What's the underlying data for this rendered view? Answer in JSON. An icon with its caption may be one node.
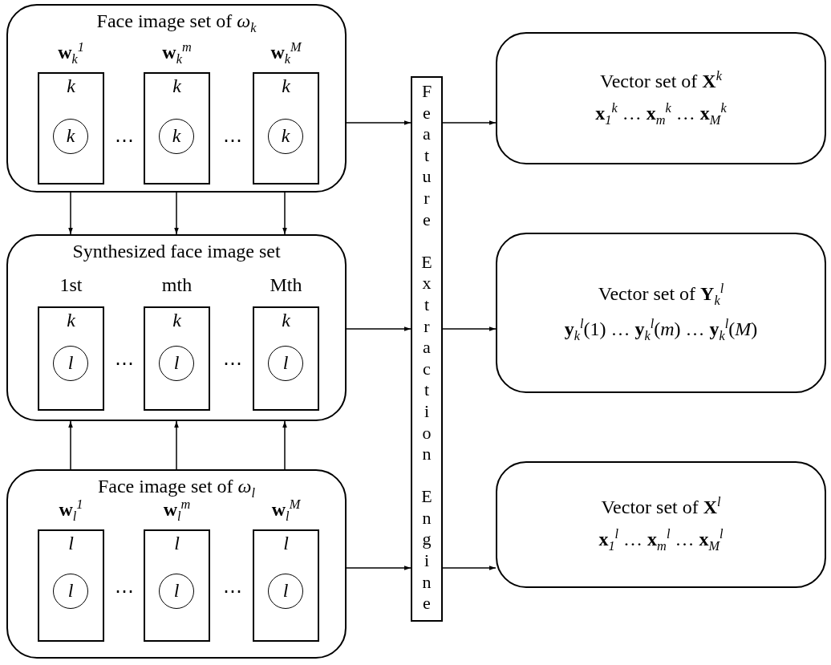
{
  "diagram": {
    "nodes": [
      {
        "text": [
          "Face image set of *ω*$_{k}$"
        ]
      },
      {
        "text": [
          "k"
        ],
        "in": 0,
        "beside": [
          "**w**$_{k}$$^{1}$"
        ]
      },
      {
        "text": [
          "k"
        ],
        "in": 1
      },
      {
        "text": [
          "k"
        ],
        "in": 0,
        "beside": [
          "**w**$_{k}$$^{m}$"
        ]
      },
      {
        "text": [
          "k"
        ],
        "in": 3
      },
      {
        "text": [
          "k"
        ],
        "in": 0,
        "beside": [
          "**w**$_{k}$$^{M}$"
        ]
      },
      {
        "text": [
          "k"
        ],
        "in": 5
      },
      {
        "text": [
          "Synthesized face image set"
        ]
      },
      {
        "text": [
          "k"
        ],
        "in": 7,
        "beside": [
          "1st"
        ]
      },
      {
        "text": [
          "l"
        ],
        "in": 8
      },
      {
        "text": [
          "k"
        ],
        "in": 7,
        "beside": [
          "mth"
        ]
      },
      {
        "text": [
          "l"
        ],
        "in": 10
      },
      {
        "text": [
          "k"
        ],
        "in": 7,
        "beside": [
          "Mth"
        ]
      },
      {
        "text": [
          "l"
        ],
        "in": 12
      },
      {
        "text": [
          "Face image set of *ω*$_{l}$"
        ]
      },
      {
        "text": [
          "l"
        ],
        "in": 14,
        "beside": [
          "**w**$_{l}$$^{1}$"
        ]
      },
      {
        "text": [
          "l"
        ],
        "in": 15
      },
      {
        "text": [
          "l"
        ],
        "in": 14,
        "beside": [
          "**w**$_{l}$$^{m}$"
        ]
      },
      {
        "text": [
          "l"
        ],
        "in": 17
      },
      {
        "text": [
          "l"
        ],
        "in": 14,
        "beside": [
          "**w**$_{l}$$^{M}$"
        ]
      },
      {
        "text": [
          "l"
        ],
        "in": 19
      },
      {
        "text": [
          "Feature Extraction Engine"
        ]
      },
      {
        "text": [
          "Vector set of **X**$^{k}$",
          "**x**$_{1}$$^{k}$ … **x**$_{m}$$^{k}$ … **x**$_{M}$$^{k}$"
        ]
      },
      {
        "text": [
          "Vector set of **Y**$_{k}$$^{l}$",
          "**y**$_{k}$$^{l}$(1) … **y**$_{k}$$^{l}$(*m*) … **y**$_{k}$$^{l}$(*M*)"
        ]
      },
      {
        "text": [
          "Vector set of **X**$^{l}$",
          "**x**$_{1}$$^{l}$ … **x**$_{m}$$^{l}$ … **x**$_{M}$$^{l}$"
        ]
      }
    ],
    "edges": [
      {
        "from": 0,
        "to": 7,
        "arrow": "to"
      },
      {
        "from": 0,
        "to": 7,
        "arrow": "to"
      },
      {
        "from": 0,
        "to": 7,
        "arrow": "to"
      },
      {
        "from": 14,
        "to": 7,
        "arrow": "to"
      },
      {
        "from": 14,
        "to": 7,
        "arrow": "to"
      },
      {
        "from": 14,
        "to": 7,
        "arrow": "to"
      },
      {
        "from": 0,
        "to": 21,
        "arrow": "to"
      },
      {
        "from": 7,
        "to": 21,
        "arrow": "to"
      },
      {
        "from": 14,
        "to": 21,
        "arrow": "to"
      },
      {
        "from": 21,
        "to": 22,
        "arrow": "to"
      },
      {
        "from": 21,
        "to": 23,
        "arrow": "to"
      },
      {
        "from": 21,
        "to": 24,
        "arrow": "to"
      }
    ],
    "labels": [
      "⋯",
      "⋯",
      "⋯",
      "⋯",
      "⋯",
      "⋯"
    ]
  }
}
